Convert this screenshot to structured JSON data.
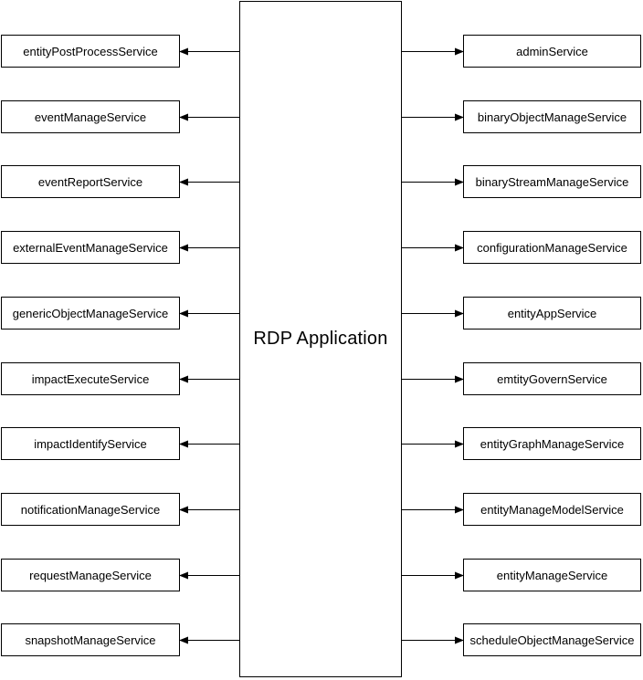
{
  "center": {
    "title": "RDP Application"
  },
  "left_services": [
    "entityPostProcessService",
    "eventManageService",
    "eventReportService",
    "externalEventManageService",
    "genericObjectManageService",
    "impactExecuteService",
    "impactIdentifyService",
    "notificationManageService",
    "requestManageService",
    "snapshotManageService"
  ],
  "right_services": [
    "adminService",
    "binaryObjectManageService",
    "binaryStreamManageService",
    "configurationManageService",
    "entityAppService",
    "emtityGovernService",
    "entityGraphManageService",
    "entityManageModelService",
    "entityManageService",
    "scheduleObjectManageService"
  ],
  "colors": {
    "stroke": "#000000",
    "fill": "#ffffff"
  }
}
